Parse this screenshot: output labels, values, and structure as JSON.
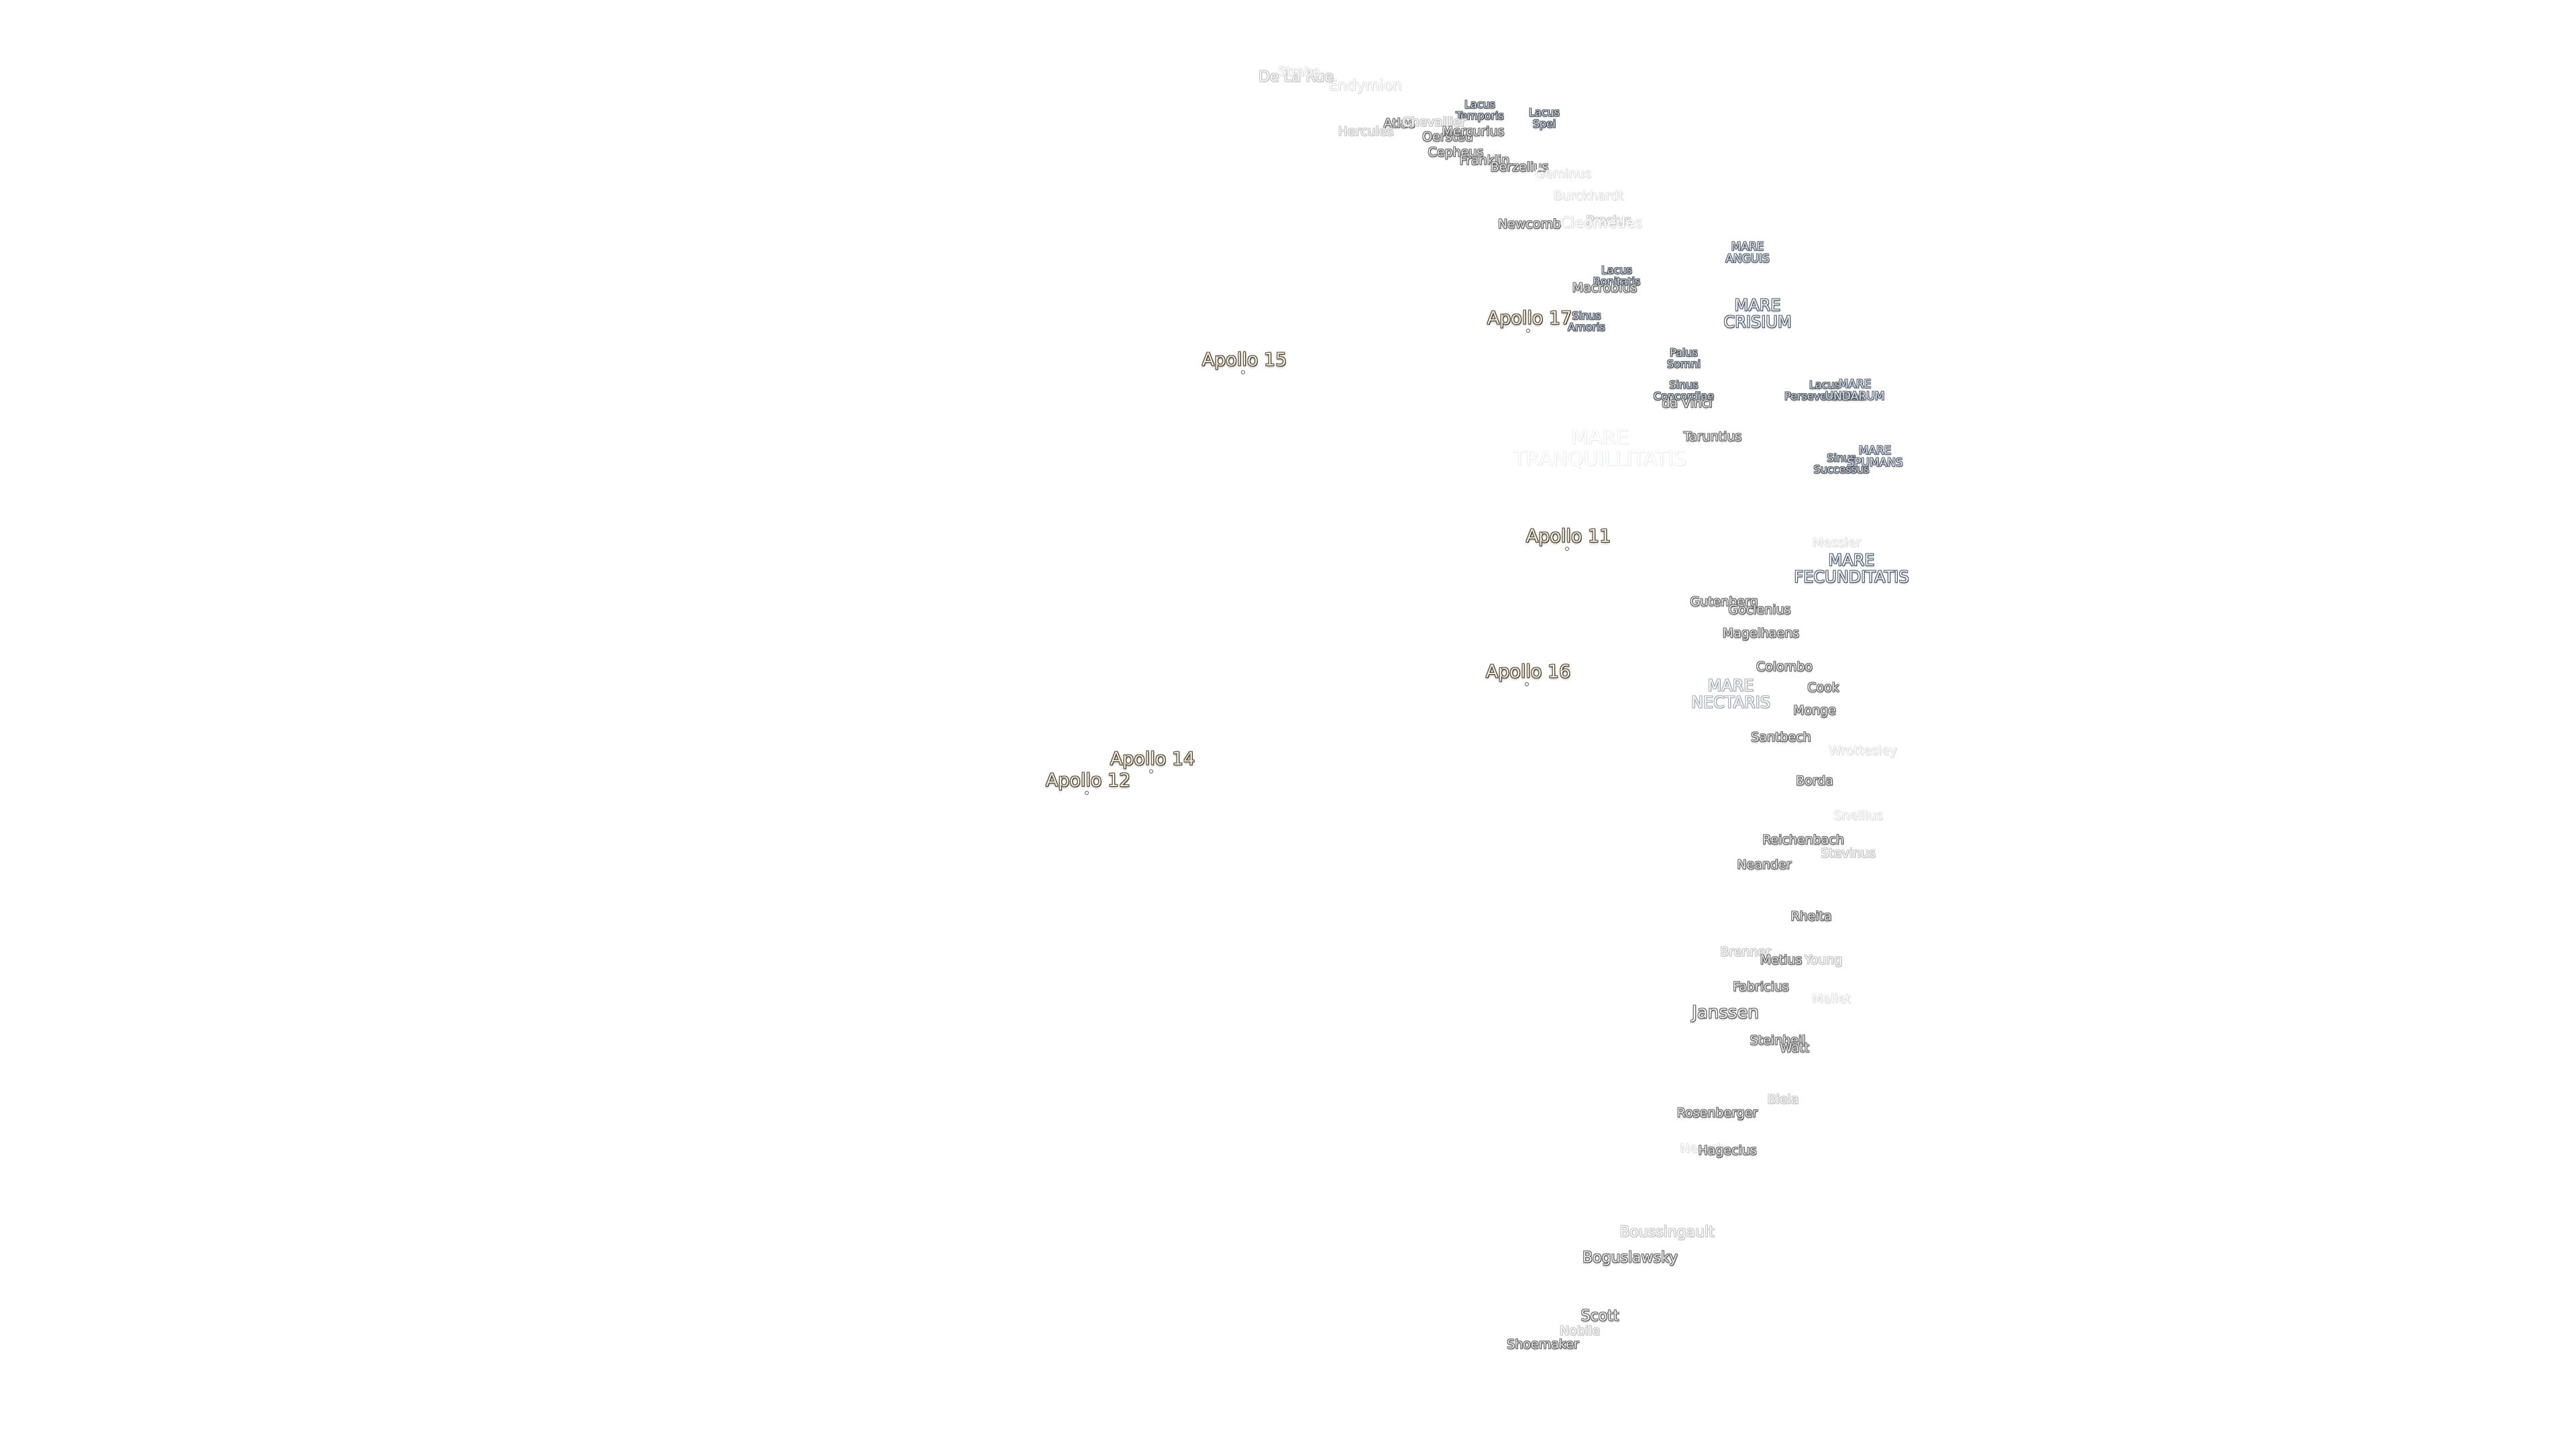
{
  "labels": [
    {
      "text": "Endymion",
      "cls": "crater lg fainter"
    },
    {
      "text": "De La Rue",
      "cls": "crater lg faint"
    },
    {
      "text": "Strabo",
      "cls": "crater fainter"
    },
    {
      "text": "Lacus\nTemporis",
      "cls": "lake"
    },
    {
      "text": "Lacus\nSpei",
      "cls": "lake"
    },
    {
      "text": "Atlas",
      "cls": "crater"
    },
    {
      "text": "Hercules",
      "cls": "crater faint"
    },
    {
      "text": "Chevallier",
      "cls": "crater faint"
    },
    {
      "text": "Oersted",
      "cls": "crater"
    },
    {
      "text": "Mercurius",
      "cls": "crater"
    },
    {
      "text": "Cepheus",
      "cls": "crater"
    },
    {
      "text": "Franklin",
      "cls": "crater"
    },
    {
      "text": "Berzelius",
      "cls": "crater"
    },
    {
      "text": "Geminus",
      "cls": "crater fainter"
    },
    {
      "text": "Burckhardt",
      "cls": "crater fainter"
    },
    {
      "text": "Newcomb",
      "cls": "crater"
    },
    {
      "text": "Proclus",
      "cls": "crater faint"
    },
    {
      "text": "Cleomedes",
      "cls": "crater lg fainter"
    },
    {
      "text": "MARE\nANGUIS",
      "cls": "mare sm"
    },
    {
      "text": "Lacus\nBonitatis",
      "cls": "lake"
    },
    {
      "text": "Macrobius",
      "cls": "crater"
    },
    {
      "text": "MARE\nCRISIUM",
      "cls": "mare"
    },
    {
      "text": "Sinus\nAmoris",
      "cls": "lake"
    },
    {
      "text": "Palus\nSomni",
      "cls": "lake"
    },
    {
      "text": "Sinus\nConcordiae",
      "cls": "lake"
    },
    {
      "text": "da Vinci",
      "cls": "crater"
    },
    {
      "text": "Lacus\nPerseverantiae",
      "cls": "lake"
    },
    {
      "text": "MARE\nUNDARUM",
      "cls": "mare sm"
    },
    {
      "text": "MARE\nTRANQUILLITATIS",
      "cls": "mare big fainter"
    },
    {
      "text": "Taruntius",
      "cls": "crater"
    },
    {
      "text": "Sinus\nSuccessus",
      "cls": "lake"
    },
    {
      "text": "MARE\nSPUMANS",
      "cls": "mare sm"
    },
    {
      "text": "Messier",
      "cls": "crater fainter"
    },
    {
      "text": "MARE\nFECUNDITATIS",
      "cls": "mare"
    },
    {
      "text": "Gutenberg",
      "cls": "crater"
    },
    {
      "text": "Goclenius",
      "cls": "crater"
    },
    {
      "text": "Magelhaens",
      "cls": "crater"
    },
    {
      "text": "Colombo",
      "cls": "crater"
    },
    {
      "text": "MARE\nNECTARIS",
      "cls": "mare faint"
    },
    {
      "text": "Cook",
      "cls": "crater"
    },
    {
      "text": "Monge",
      "cls": "crater"
    },
    {
      "text": "Santbech",
      "cls": "crater"
    },
    {
      "text": "Wrottesley",
      "cls": "crater fainter"
    },
    {
      "text": "Borda",
      "cls": "crater"
    },
    {
      "text": "Snellius",
      "cls": "crater fainter"
    },
    {
      "text": "Reichenbach",
      "cls": "crater"
    },
    {
      "text": "Stevinus",
      "cls": "crater faint"
    },
    {
      "text": "Neander",
      "cls": "crater"
    },
    {
      "text": "Rheita",
      "cls": "crater"
    },
    {
      "text": "Brenner",
      "cls": "crater faint"
    },
    {
      "text": "Metius",
      "cls": "crater"
    },
    {
      "text": "Young",
      "cls": "crater faint"
    },
    {
      "text": "Fabricius",
      "cls": "crater"
    },
    {
      "text": "Mallet",
      "cls": "crater fainter"
    },
    {
      "text": "Janssen",
      "cls": "crater big"
    },
    {
      "text": "Steinheil",
      "cls": "crater"
    },
    {
      "text": "Watt",
      "cls": "crater"
    },
    {
      "text": "Biela",
      "cls": "crater faint"
    },
    {
      "text": "Rosenberger",
      "cls": "crater"
    },
    {
      "text": "Nearch",
      "cls": "crater fainter"
    },
    {
      "text": "Hagecius",
      "cls": "crater"
    },
    {
      "text": "Boussingault",
      "cls": "crater lg faint"
    },
    {
      "text": "Boguslawsky",
      "cls": "crater lg"
    },
    {
      "text": "Scott",
      "cls": "crater lg"
    },
    {
      "text": "Nobile",
      "cls": "crater faint"
    },
    {
      "text": "Shoemaker",
      "cls": "crater"
    }
  ],
  "apollo_sites": [
    {
      "text": "Apollo 17"
    },
    {
      "text": "Apollo 15"
    },
    {
      "text": "Apollo 11"
    },
    {
      "text": "Apollo 16"
    },
    {
      "text": "Apollo 14"
    },
    {
      "text": "Apollo 12"
    }
  ]
}
